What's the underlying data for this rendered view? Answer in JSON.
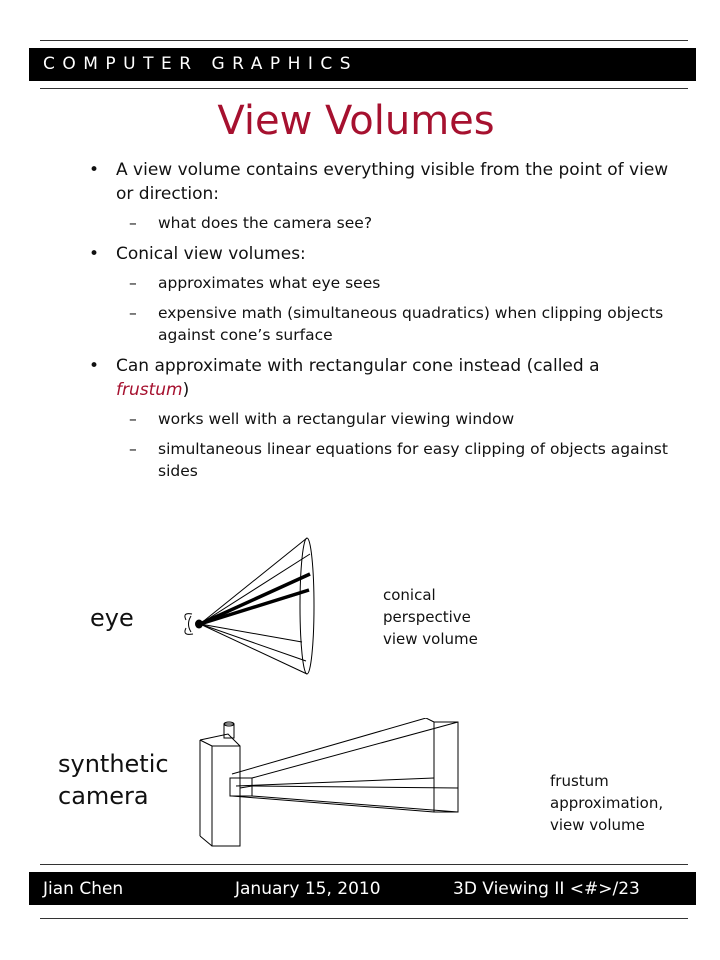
{
  "header": {
    "text": "COMPUTER GRAPHICS"
  },
  "title": "View Volumes",
  "bullets": [
    {
      "text": "A view volume contains everything visible from the point of view or direction:",
      "subs": [
        "what does the camera see?"
      ]
    },
    {
      "text": "Conical view volumes:",
      "subs": [
        "approximates what eye sees",
        "expensive math (simultaneous quadratics) when clipping objects against cone’s surface"
      ]
    },
    {
      "text_before": "Can approximate with rectangular cone instead (called a ",
      "emphasis": "frustum",
      "text_after": ")",
      "subs": [
        "works well with a rectangular viewing window",
        "simultaneous linear equations for easy clipping of objects against sides"
      ]
    }
  ],
  "figures": {
    "eye_label": "eye",
    "cone_caption": "conical\nperspective\nview volume",
    "camera_label": "synthetic\ncamera",
    "frustum_caption": "frustum\napproximation,\nview volume"
  },
  "footer": {
    "author": "Jian Chen",
    "date": "January 15, 2010",
    "slide": "3D Viewing II <#>/23"
  },
  "colors": {
    "accent": "#a6112f",
    "bar": "#000000"
  }
}
